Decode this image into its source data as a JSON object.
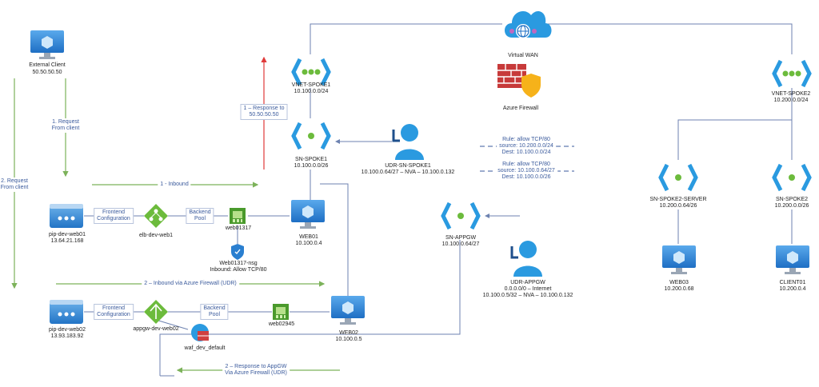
{
  "external_client": {
    "name": "External Client",
    "ip": "50.50.50.50"
  },
  "virtual_wan": "Virtual WAN",
  "azure_firewall": "Azure Firewall",
  "vnet_spoke1": {
    "name": "VNET-SPOKE1",
    "cidr": "10.100.0.0/24"
  },
  "vnet_spoke2": {
    "name": "VNET-SPOKE2",
    "cidr": "10.200.0.0/24"
  },
  "sn_spoke1": {
    "name": "SN-SPOKE1",
    "cidr": "10.100.0.0/26"
  },
  "sn_appgw": {
    "name": "SN-APPGW",
    "cidr": "10.100.0.64/27"
  },
  "sn_spoke2_server": {
    "name": "SN-SPOKE2-SERVER",
    "cidr": "10.200.0.64/26"
  },
  "sn_spoke2": {
    "name": "SN-SPOKE2",
    "cidr": "10.200.0.0/26"
  },
  "udr_sn_spoke1": {
    "name": "UDR-SN-SPOKE1",
    "route": "10.100.0.64/27 – NVA – 10.100.0.132"
  },
  "udr_appgw": {
    "name": "UDR-APPGW",
    "route1": "0.0.0.0/0 – Internet",
    "route2": "10.100.0.5/32 – NVA – 10.100.0.132"
  },
  "pip_web01": {
    "name": "pip-dev-web01",
    "ip": "13.64.21.168"
  },
  "pip_web02": {
    "name": "pip-dev-web02",
    "ip": "13.93.183.92"
  },
  "elb": "elb-dev-web1",
  "appgw": "appgw-dev-web02",
  "waf": "waf_dev_default",
  "nic_web01": "web01317",
  "nic_web02": "web02945",
  "nsg": {
    "name": "Web01317-nsg",
    "rule": "Inbound: Allow TCP/80"
  },
  "web01": {
    "name": "WEB01",
    "ip": "10.100.0.4"
  },
  "web02": {
    "name": "WEB02",
    "ip": "10.100.0.5"
  },
  "web03": {
    "name": "WEB03",
    "ip": "10.200.0.68"
  },
  "client01": {
    "name": "CLIENT01",
    "ip": "10.200.0.4"
  },
  "frontend_config": "Frontend\nConfiguration",
  "backend_pool": "Backend\nPool",
  "flows": {
    "request_from_client_1": "1. Request\nFrom client",
    "request_from_client_2": "2. Request\nFrom client",
    "inbound_1": "1 - Inbound",
    "response_1": "1 – Response to\n50.50.50.50",
    "inbound_2": "2 – Inbound via Azure Firewall (UDR)",
    "response_2": "2 – Response to AppGW\nVia Azure Firewall (UDR)"
  },
  "rules": {
    "rule1": "Rule: allow TCP/80\nsource: 10.200.0.0/24\nDest: 10.100.0.0/24",
    "rule2": "Rule: allow TCP/80\nsource: 10.100.0.64/27\nDest: 10.100.0.0/26"
  },
  "colors": {
    "line": "#6d82b0",
    "green": "#7cb25a",
    "red": "#e03a3a",
    "azure": "#1e90d8",
    "dashed": "#3a5a9c"
  }
}
